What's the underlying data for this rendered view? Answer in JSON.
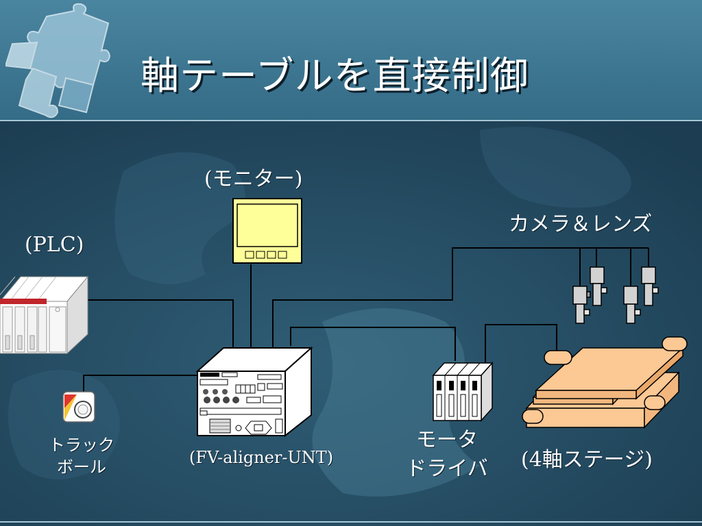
{
  "title": "軸テーブルを直接制御",
  "labels": {
    "monitor": "(モニター)",
    "camera_lens": "カメラ＆レンズ",
    "plc": "(PLC)",
    "trackball_line1": "トラック",
    "trackball_line2": "ボール",
    "controller": "(FV-aligner-UNT)",
    "motor_driver_line1": "モータ",
    "motor_driver_line2": "ドライバ",
    "stage": "(4軸ステージ)"
  },
  "colors": {
    "background_top": "#3e7892",
    "background_main": "#23475e",
    "monitor_screen": "#ffff99",
    "stage_wood": "#fcc894",
    "plc_red": "#c0262a",
    "wire": "#000000"
  },
  "icons": [
    "puzzle-logo-icon",
    "monitor-icon",
    "plc-icon",
    "trackball-icon",
    "controller-icon",
    "motor-driver-icon",
    "camera-icon",
    "stage-icon"
  ]
}
